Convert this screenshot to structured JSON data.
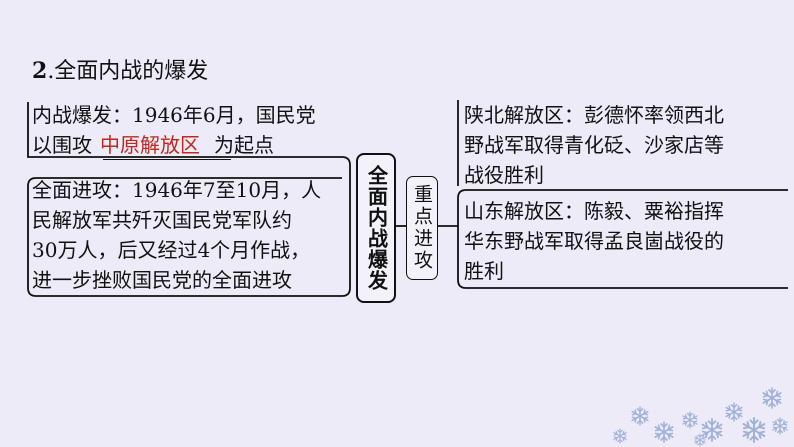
{
  "section_title": {
    "number": "2",
    "text": ".全面内战的爆发"
  },
  "left_top": {
    "line1": "内战爆发：1946年6月，国民党",
    "line2_prefix": "以围攻",
    "line2_answer": "中原解放区",
    "line2_suffix": "为起点"
  },
  "left_bottom": {
    "lines": [
      "全面进攻：1946年7至10月，人",
      "民解放军共歼灭国民党军队约",
      "30万人，后又经过4个月作战，",
      "进一步挫败国民党的全面进攻"
    ]
  },
  "center_label": "全面内战爆发",
  "middle_label": "重点进攻",
  "right_top": {
    "lines": [
      "陕北解放区：彭德怀率领西北",
      "野战军取得青化砭、沙家店等",
      "战役胜利"
    ]
  },
  "right_bottom": {
    "lines": [
      "山东解放区：陈毅、粟裕指挥",
      "华东野战军取得孟良崮战役的",
      "胜利"
    ]
  },
  "colors": {
    "answer": "#c0281e",
    "background": "#ecebf7",
    "snowflake": "#9fb0d9"
  }
}
